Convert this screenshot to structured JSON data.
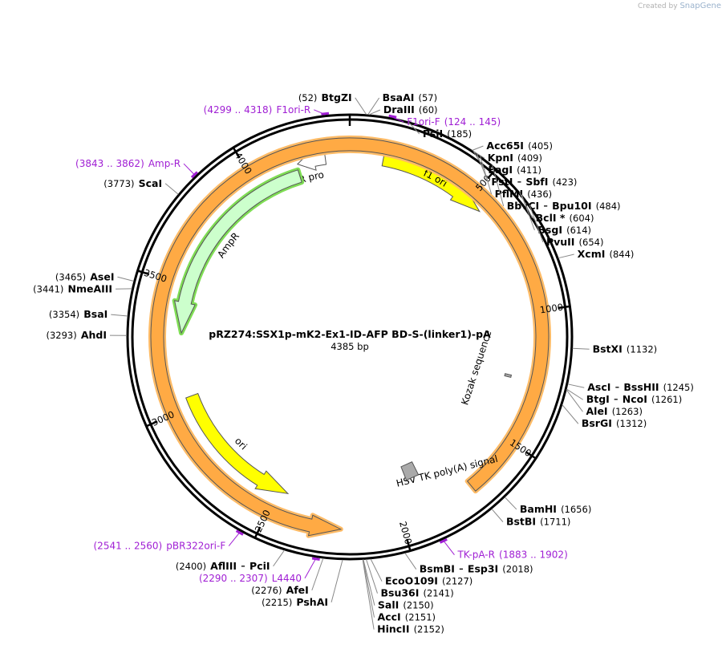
{
  "branding": {
    "prefix": "Created by",
    "logo": "SnapGene"
  },
  "plasmid": {
    "name": "pRZ274:SSX1p-mK2-Ex1-ID-AFP BD-S-(linker1)-pA",
    "length_label": "4385 bp",
    "length": 4385
  },
  "tick_labels": [
    {
      "pos": 500,
      "text": "500"
    },
    {
      "pos": 1000,
      "text": "1000"
    },
    {
      "pos": 1500,
      "text": "1500"
    },
    {
      "pos": 2000,
      "text": "2000"
    },
    {
      "pos": 2500,
      "text": "2500"
    },
    {
      "pos": 3000,
      "text": "3000"
    },
    {
      "pos": 3500,
      "text": "3500"
    },
    {
      "pos": 4000,
      "text": "4000"
    }
  ],
  "enzymes": [
    {
      "pos": 52,
      "parts": [
        "BtgZI"
      ],
      "pos_text": "(52)",
      "side": "left"
    },
    {
      "pos": 57,
      "parts": [
        "BsaAI"
      ],
      "pos_text": "(57)",
      "side": "right"
    },
    {
      "pos": 60,
      "parts": [
        "DraIII"
      ],
      "pos_text": "(60)",
      "side": "right"
    },
    {
      "pos": 185,
      "parts": [
        "PsiI"
      ],
      "pos_text": "(185)",
      "side": "right"
    },
    {
      "pos": 405,
      "parts": [
        "Acc65I"
      ],
      "pos_text": "(405)",
      "side": "right"
    },
    {
      "pos": 409,
      "parts": [
        "KpnI"
      ],
      "pos_text": "(409)",
      "side": "right"
    },
    {
      "pos": 411,
      "parts": [
        "EagI"
      ],
      "pos_text": "(411)",
      "side": "right"
    },
    {
      "pos": 423,
      "parts": [
        "PstI",
        "SbfI"
      ],
      "pos_text": "(423)",
      "side": "right"
    },
    {
      "pos": 436,
      "parts": [
        "PflMI"
      ],
      "pos_text": "(436)",
      "side": "right"
    },
    {
      "pos": 484,
      "parts": [
        "BbvCI",
        "Bpu10I"
      ],
      "pos_text": "(484)",
      "side": "right"
    },
    {
      "pos": 604,
      "parts": [
        "BclI *"
      ],
      "pos_text": "(604)",
      "side": "right"
    },
    {
      "pos": 614,
      "parts": [
        "BsgI"
      ],
      "pos_text": "(614)",
      "side": "right"
    },
    {
      "pos": 654,
      "parts": [
        "PvuII"
      ],
      "pos_text": "(654)",
      "side": "right"
    },
    {
      "pos": 844,
      "parts": [
        "XcmI"
      ],
      "pos_text": "(844)",
      "side": "right"
    },
    {
      "pos": 1132,
      "parts": [
        "BstXI"
      ],
      "pos_text": "(1132)",
      "side": "right"
    },
    {
      "pos": 1245,
      "parts": [
        "AscI",
        "BssHII"
      ],
      "pos_text": "(1245)",
      "side": "right"
    },
    {
      "pos": 1261,
      "parts": [
        "BtgI",
        "NcoI"
      ],
      "pos_text": "(1261)",
      "side": "right"
    },
    {
      "pos": 1263,
      "parts": [
        "AleI"
      ],
      "pos_text": "(1263)",
      "side": "right"
    },
    {
      "pos": 1312,
      "parts": [
        "BsrGI"
      ],
      "pos_text": "(1312)",
      "side": "right"
    },
    {
      "pos": 1656,
      "parts": [
        "BamHI"
      ],
      "pos_text": "(1656)",
      "side": "right"
    },
    {
      "pos": 1711,
      "parts": [
        "BstBI"
      ],
      "pos_text": "(1711)",
      "side": "right"
    },
    {
      "pos": 2018,
      "parts": [
        "BsmBI",
        "Esp3I"
      ],
      "pos_text": "(2018)",
      "side": "right"
    },
    {
      "pos": 2127,
      "parts": [
        "EcoO109I"
      ],
      "pos_text": "(2127)",
      "side": "right"
    },
    {
      "pos": 2141,
      "parts": [
        "Bsu36I"
      ],
      "pos_text": "(2141)",
      "side": "right"
    },
    {
      "pos": 2150,
      "parts": [
        "SalI"
      ],
      "pos_text": "(2150)",
      "side": "right"
    },
    {
      "pos": 2151,
      "parts": [
        "AccI"
      ],
      "pos_text": "(2151)",
      "side": "right"
    },
    {
      "pos": 2152,
      "parts": [
        "HincII"
      ],
      "pos_text": "(2152)",
      "side": "right"
    },
    {
      "pos": 2215,
      "parts": [
        "PshAI"
      ],
      "pos_text": "(2215)",
      "side": "left"
    },
    {
      "pos": 2276,
      "parts": [
        "AfeI"
      ],
      "pos_text": "(2276)",
      "side": "left"
    },
    {
      "pos": 2400,
      "parts": [
        "AflIII",
        "PciI"
      ],
      "pos_text": "(2400)",
      "side": "left"
    },
    {
      "pos": 3293,
      "parts": [
        "AhdI"
      ],
      "pos_text": "(3293)",
      "side": "left"
    },
    {
      "pos": 3354,
      "parts": [
        "BsaI"
      ],
      "pos_text": "(3354)",
      "side": "left"
    },
    {
      "pos": 3441,
      "parts": [
        "NmeAIII"
      ],
      "pos_text": "(3441)",
      "side": "left"
    },
    {
      "pos": 3465,
      "parts": [
        "AseI"
      ],
      "pos_text": "(3465)",
      "side": "left"
    },
    {
      "pos": 3773,
      "parts": [
        "ScaI"
      ],
      "pos_text": "(3773)",
      "side": "left"
    }
  ],
  "primers": [
    {
      "name": "F1ori-R",
      "range": "(4299 .. 4318)",
      "pos": 4308,
      "side": "left",
      "name_first": false
    },
    {
      "name": "F1ori-F",
      "range": "(124 .. 145)",
      "pos": 134,
      "side": "right",
      "name_first": true
    },
    {
      "name": "Amp-R",
      "range": "(3843 .. 3862)",
      "pos": 3852,
      "side": "left",
      "name_first": false
    },
    {
      "name": "TK-pA-R",
      "range": "(1883 .. 1902)",
      "pos": 1892,
      "side": "right",
      "name_first": true
    },
    {
      "name": "pBR322ori-F",
      "range": "(2541 .. 2560)",
      "pos": 2550,
      "side": "left",
      "name_first": false
    },
    {
      "name": "L4440",
      "range": "(2290 .. 2307)",
      "pos": 2298,
      "side": "left",
      "name_first": false
    }
  ],
  "features": [
    {
      "name": "f1 ori",
      "type": "arrow",
      "start": 130,
      "end": 560,
      "radius": 225,
      "direction": "cw",
      "fill": "#ffff00",
      "stroke": "#555555",
      "label_mode": "inside"
    },
    {
      "name": "AmpR promoter",
      "type": "arrow",
      "start": 4290,
      "end": 4180,
      "radius": 225,
      "direction": "ccw",
      "fill": "#ffffff",
      "stroke": "#555555",
      "label_mode": "curved"
    },
    {
      "name": "AmpR",
      "type": "arrow",
      "start": 4175,
      "end": 3305,
      "radius": 210,
      "direction": "ccw",
      "fill": "#ccffcc",
      "stroke": "#555555",
      "label_mode": "curved"
    },
    {
      "name": "ori",
      "type": "arrow",
      "start": 3040,
      "end": 2455,
      "radius": 210,
      "direction": "ccw",
      "fill": "#ffff00",
      "stroke": "#555555",
      "label_mode": "curved"
    },
    {
      "name": "HSV TK poly(A) signal",
      "type": "arrow",
      "start": 1715,
      "end": 2225,
      "radius": 240,
      "direction": "ccw",
      "fill": "#ffaa44",
      "stroke": "#555555",
      "label_mode": "straight"
    },
    {
      "name": "Kozak sequence",
      "type": "box",
      "start": 1258,
      "end": 1268,
      "radius": 203,
      "fill": "#aaaaaa",
      "stroke": "#555555",
      "label_mode": "radial"
    },
    {
      "name": "",
      "type": "box",
      "start": 1870,
      "end": 1930,
      "radius": 183,
      "fill": "#aaaaaa",
      "stroke": "#555555",
      "label_mode": "none"
    }
  ]
}
